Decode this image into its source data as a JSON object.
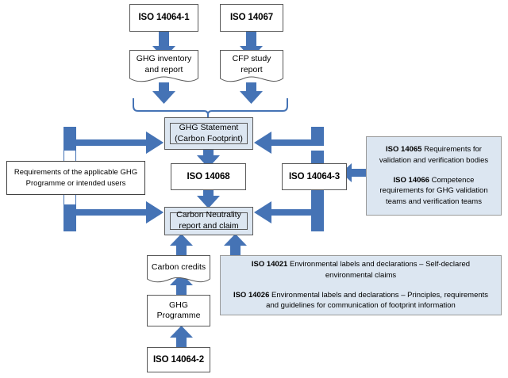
{
  "diagram": {
    "title": "ISO carbon neutrality and carbon footprint standards relationship diagram",
    "colors": {
      "arrow_blue": "#4573b5",
      "panel_fill": "#dce6f1",
      "box_border": "#595959",
      "background": "#ffffff"
    },
    "nodes": {
      "iso_14064_1": "ISO 14064-1",
      "iso_14067": "ISO 14067",
      "ghg_inventory": "GHG inventory and report",
      "ghg_inventory_line1": "GHG inventory",
      "ghg_inventory_line2": "and report",
      "cfp_study": "CFP study report",
      "cfp_study_line1": "CFP study",
      "cfp_study_line2": "report",
      "ghg_statement_line1": "GHG Statement",
      "ghg_statement_line2": "(Carbon Footprint)",
      "iso_14068": "ISO 14068",
      "iso_14064_3": "ISO 14064-3",
      "carbon_neutrality_line1": "Carbon Neutrality",
      "carbon_neutrality_line2": "report and claim",
      "carbon_credits": "Carbon credits",
      "ghg_programme_line1": "GHG",
      "ghg_programme_line2": "Programme",
      "iso_14064_2": "ISO 14064-2",
      "requirements_left_line1": "Requirements of the applicable GHG",
      "requirements_left_line2": "Programme or intended users"
    },
    "panels": {
      "validation": {
        "items": [
          {
            "code": "ISO 14065",
            "text": " Requirements for validation and verification bodies"
          },
          {
            "code": "ISO 14066",
            "text": " Competence requirements for GHG validation teams and verification teams"
          }
        ]
      },
      "labels": {
        "items": [
          {
            "code": "ISO 14021",
            "text": " Environmental labels and declarations – Self-declared environmental claims"
          },
          {
            "code": "ISO 14026",
            "text": " Environmental labels and declarations – Principles, requirements and guidelines for communication of footprint information"
          }
        ]
      }
    }
  }
}
